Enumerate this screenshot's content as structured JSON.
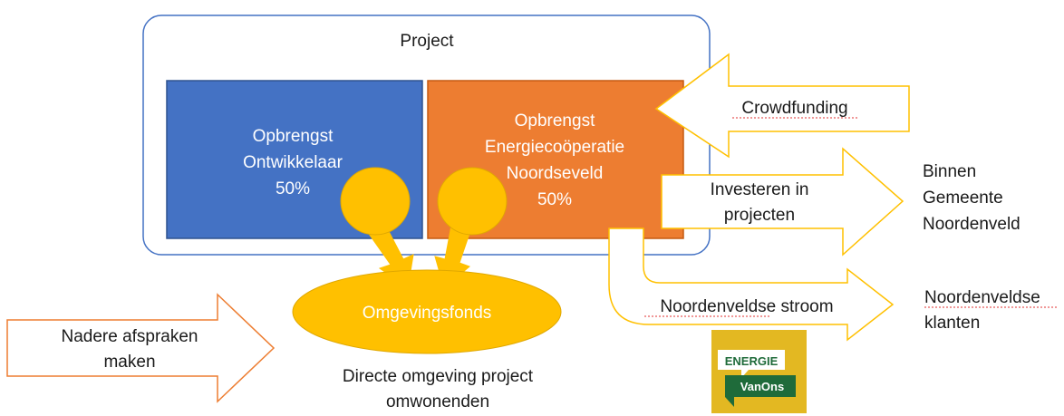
{
  "project": {
    "title": "Project"
  },
  "developer_box": {
    "line1": "Opbrengst",
    "line2": "Ontwikkelaar",
    "share": "50%",
    "color": "#4472C4"
  },
  "coop_box": {
    "line1": "Opbrengst",
    "line2": "Energiecoöperatie",
    "line3": "Noordseveld",
    "share": "50%",
    "color": "#ED7D31"
  },
  "crowdfunding": {
    "label": "Crowdfunding"
  },
  "invest": {
    "line1": "Investeren in",
    "line2": "projecten"
  },
  "binnen": {
    "line1": "Binnen",
    "line2": "Gemeente",
    "line3": "Noordenveld"
  },
  "stroom": {
    "label": "Noordenveldse stroom"
  },
  "klanten": {
    "line1": "Noordenveldse",
    "line2": "klanten"
  },
  "fund": {
    "label": "Omgevingsfonds",
    "color": "#FFC000"
  },
  "afspraken": {
    "line1": "Nadere afspraken",
    "line2": "maken"
  },
  "omgeving": {
    "line1": "Directe omgeving project",
    "line2": "omwonenden"
  },
  "logo": {
    "top": "ENERGIE",
    "bottom": "VanOns",
    "bg": "#E3B822",
    "green": "#1F6B3A"
  }
}
